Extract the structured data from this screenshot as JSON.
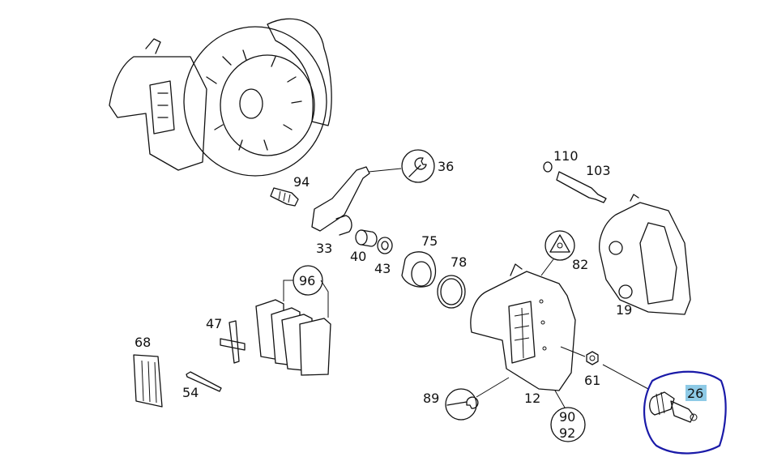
{
  "diagram": {
    "labels": {
      "p94": "94",
      "p36": "36",
      "p33": "33",
      "p40": "40",
      "p43": "43",
      "p75": "75",
      "p78": "78",
      "p110": "110",
      "p103": "103",
      "p82": "82",
      "p19": "19",
      "p96": "96",
      "p47": "47",
      "p68": "68",
      "p54": "54",
      "p61": "61",
      "p12": "12",
      "p89": "89",
      "p90": "90",
      "p92": "92",
      "p26": "26"
    },
    "highlighted_part": "26",
    "colors": {
      "highlight": "#8ecae6",
      "circle_annotation": "#1a1aa8",
      "line": "#111111"
    }
  }
}
